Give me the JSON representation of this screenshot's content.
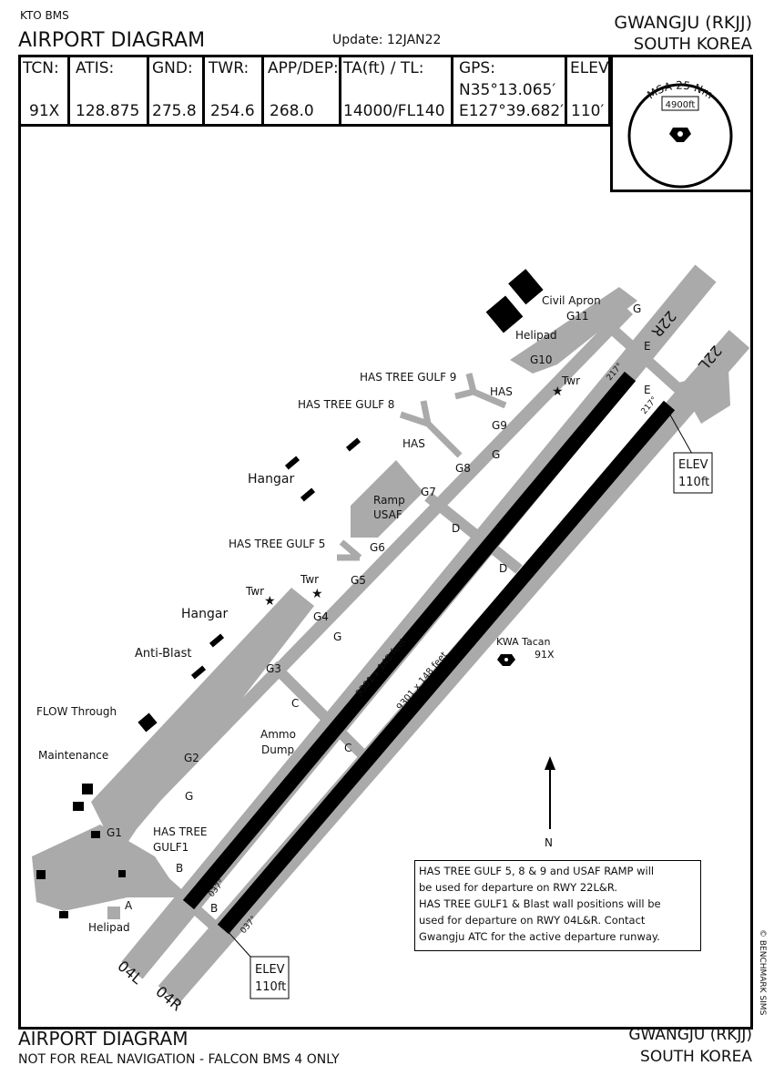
{
  "header": {
    "source": "KTO BMS",
    "title": "AIRPORT DIAGRAM",
    "update": "Update: 12JAN22",
    "airport": "GWANGJU (RKJJ)",
    "country": "SOUTH KOREA"
  },
  "info": [
    {
      "label": "TCN:",
      "value": "91X"
    },
    {
      "label": "ATIS:",
      "value": "128.875"
    },
    {
      "label": "GND:",
      "value": "275.8"
    },
    {
      "label": "TWR:",
      "value": "254.6"
    },
    {
      "label": "APP/DEP:",
      "value": "268.0"
    },
    {
      "label": "TA(ft) / TL:",
      "value": "14000/FL140"
    },
    {
      "label": "GPS:",
      "value": "N35°13.065′",
      "value2": "E127°39.682′"
    },
    {
      "label": "ELEV:",
      "value": "110′"
    }
  ],
  "msa": {
    "label": "MSA 25 Nm",
    "altitude": "4900ft"
  },
  "labels": {
    "civil_apron": "Civil Apron",
    "g11": "G11",
    "helipad_n": "Helipad",
    "g10": "G10",
    "g_ne": "G",
    "rwy22r": "22R",
    "rwy22l": "22L",
    "e1": "E",
    "e2": "E",
    "htg9": "HAS TREE GULF 9",
    "has1": "HAS",
    "twr1": "Twr",
    "htg8": "HAS TREE GULF 8",
    "g9": "G9",
    "has2": "HAS",
    "g_mid": "G",
    "g8": "G8",
    "hangar1": "Hangar",
    "g7": "G7",
    "ramp": "Ramp",
    "usaf": "USAF",
    "d1": "D",
    "htg5": "HAS TREE GULF 5",
    "g6": "G6",
    "g5": "G5",
    "twr2": "Twr",
    "twr3": "Twr",
    "d2": "D",
    "hangar2": "Hangar",
    "g4": "G4",
    "g_w": "G",
    "kwa": "KWA Tacan",
    "kwa_ch": "91X",
    "antiblast": "Anti-Blast",
    "g3": "G3",
    "c1": "C",
    "flow": "FLOW Through",
    "ammo": "Ammo",
    "dump": "Dump",
    "maint": "Maintenance",
    "c2": "C",
    "g2": "G2",
    "north": "N",
    "g_sw": "G",
    "g1": "G1",
    "htg1a": "HAS TREE",
    "htg1b": "GULF1",
    "b1": "B",
    "a": "A",
    "b2": "B",
    "helipad_s": "Helipad",
    "rwy04l": "04L",
    "rwy04r": "04R",
    "rwy_dim1": "9301 x 148 feet",
    "rwy_dim2": "9301 x 148 feet",
    "hdg217a": "217°",
    "hdg217b": "217°",
    "hdg037a": "037°",
    "hdg037b": "037°",
    "elev_n_1": "ELEV",
    "elev_n_2": "110ft",
    "elev_s_1": "ELEV",
    "elev_s_2": "110ft"
  },
  "note": [
    "HAS TREE GULF 5, 8 & 9 and USAF RAMP will",
    "be used for departure on RWY 22L&R.",
    "HAS TREE GULF1 & Blast wall positions will be",
    "used for departure on RWY 04L&R.  Contact",
    "Gwangju ATC for the active departure runway."
  ],
  "footer": {
    "title": "AIRPORT DIAGRAM",
    "disclaimer": "NOT FOR REAL NAVIGATION - FALCON BMS 4 ONLY",
    "airport": "GWANGJU (RKJJ)",
    "country": "SOUTH KOREA",
    "copyright": "© BENCHMARK SIMS"
  }
}
